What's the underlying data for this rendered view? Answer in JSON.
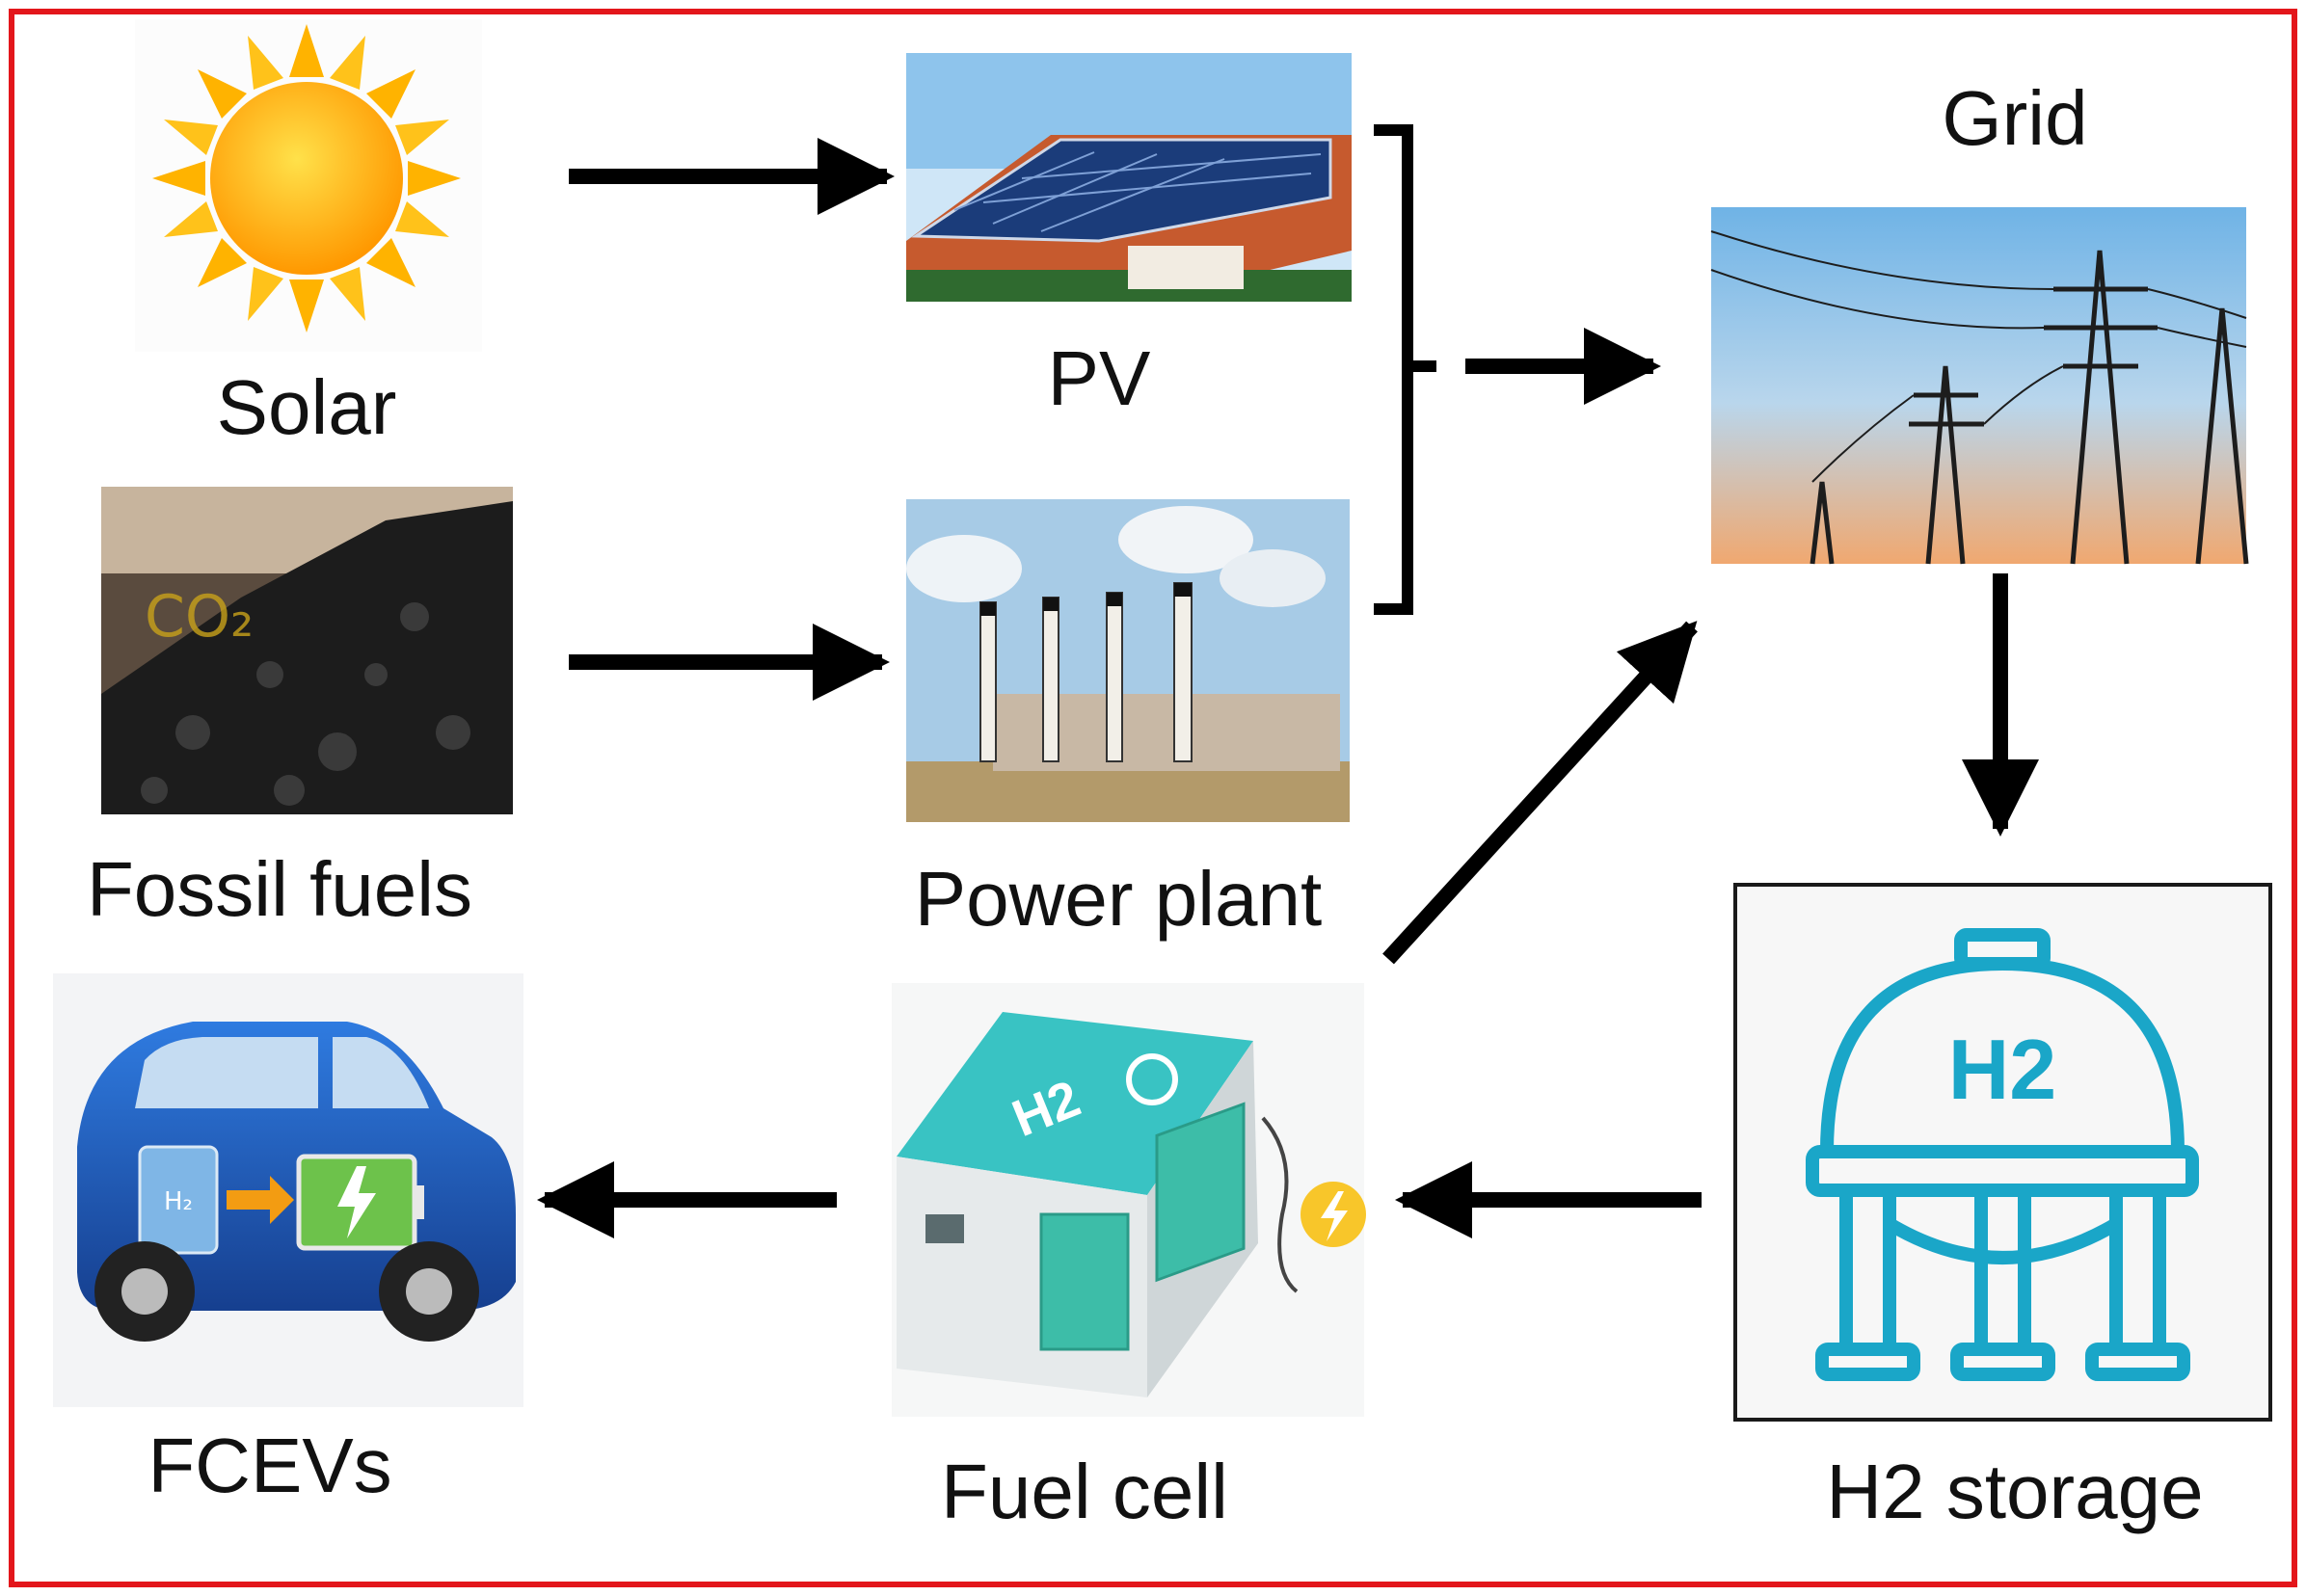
{
  "nodes": {
    "solar": {
      "label": "Solar",
      "icon": "sun-icon"
    },
    "pv": {
      "label": "PV",
      "icon": "solar-panel-roof-icon"
    },
    "grid": {
      "label": "Grid",
      "icon": "power-line-pylons-icon"
    },
    "fossil": {
      "label": "Fossil fuels",
      "icon": "coal-pile-icon"
    },
    "plant": {
      "label": "Power plant",
      "icon": "power-plant-chimneys-icon"
    },
    "fcev": {
      "label": "FCEVs",
      "icon": "hydrogen-car-icon"
    },
    "fuelcell": {
      "label": "Fuel cell",
      "icon": "fuel-cell-unit-icon",
      "badge": "H2"
    },
    "h2storage": {
      "label": "H2 storage",
      "icon": "hydrogen-tank-icon",
      "badge": "H2"
    }
  },
  "colors": {
    "frame": "#e3161b",
    "arrow": "#000000",
    "h2_teal": "#1aa6c8",
    "car_blue": "#1f5fc0",
    "sun": "#ffb300"
  }
}
